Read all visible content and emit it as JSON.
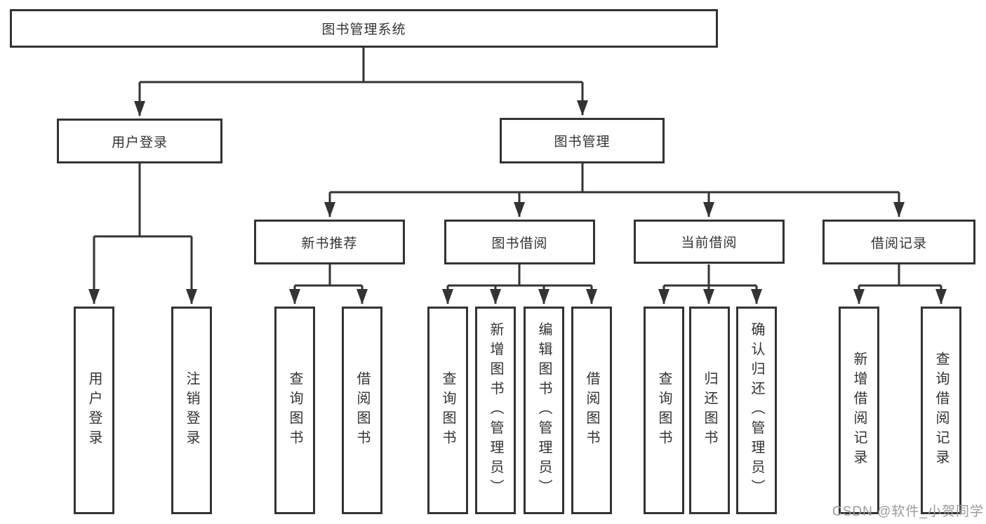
{
  "diagram": {
    "title": "图书管理系统",
    "root": {
      "label": "图书管理系统"
    },
    "user_login": {
      "label": "用户登录",
      "children": [
        {
          "label": "用户登录"
        },
        {
          "label": "注销登录"
        }
      ]
    },
    "book_management": {
      "label": "图书管理",
      "children": [
        {
          "label": "新书推荐",
          "children": [
            {
              "label": "查询图书"
            },
            {
              "label": "借阅图书"
            }
          ]
        },
        {
          "label": "图书借阅",
          "children": [
            {
              "label": "查询图书"
            },
            {
              "label": "新增图书（管理员）"
            },
            {
              "label": "编辑图书（管理员）"
            },
            {
              "label": "借阅图书"
            }
          ]
        },
        {
          "label": "当前借阅",
          "children": [
            {
              "label": "查询图书"
            },
            {
              "label": "归还图书"
            },
            {
              "label": "确认归还（管理员）"
            }
          ]
        },
        {
          "label": "借阅记录",
          "children": [
            {
              "label": "新增借阅记录"
            },
            {
              "label": "查询借阅记录"
            }
          ]
        }
      ]
    },
    "colors": {
      "line": "#333333",
      "box_background": "#ffffff",
      "text": "#333333",
      "watermark": "#9b9b9b"
    }
  },
  "watermark": {
    "text": "CSDN @软件_小贺同学"
  }
}
